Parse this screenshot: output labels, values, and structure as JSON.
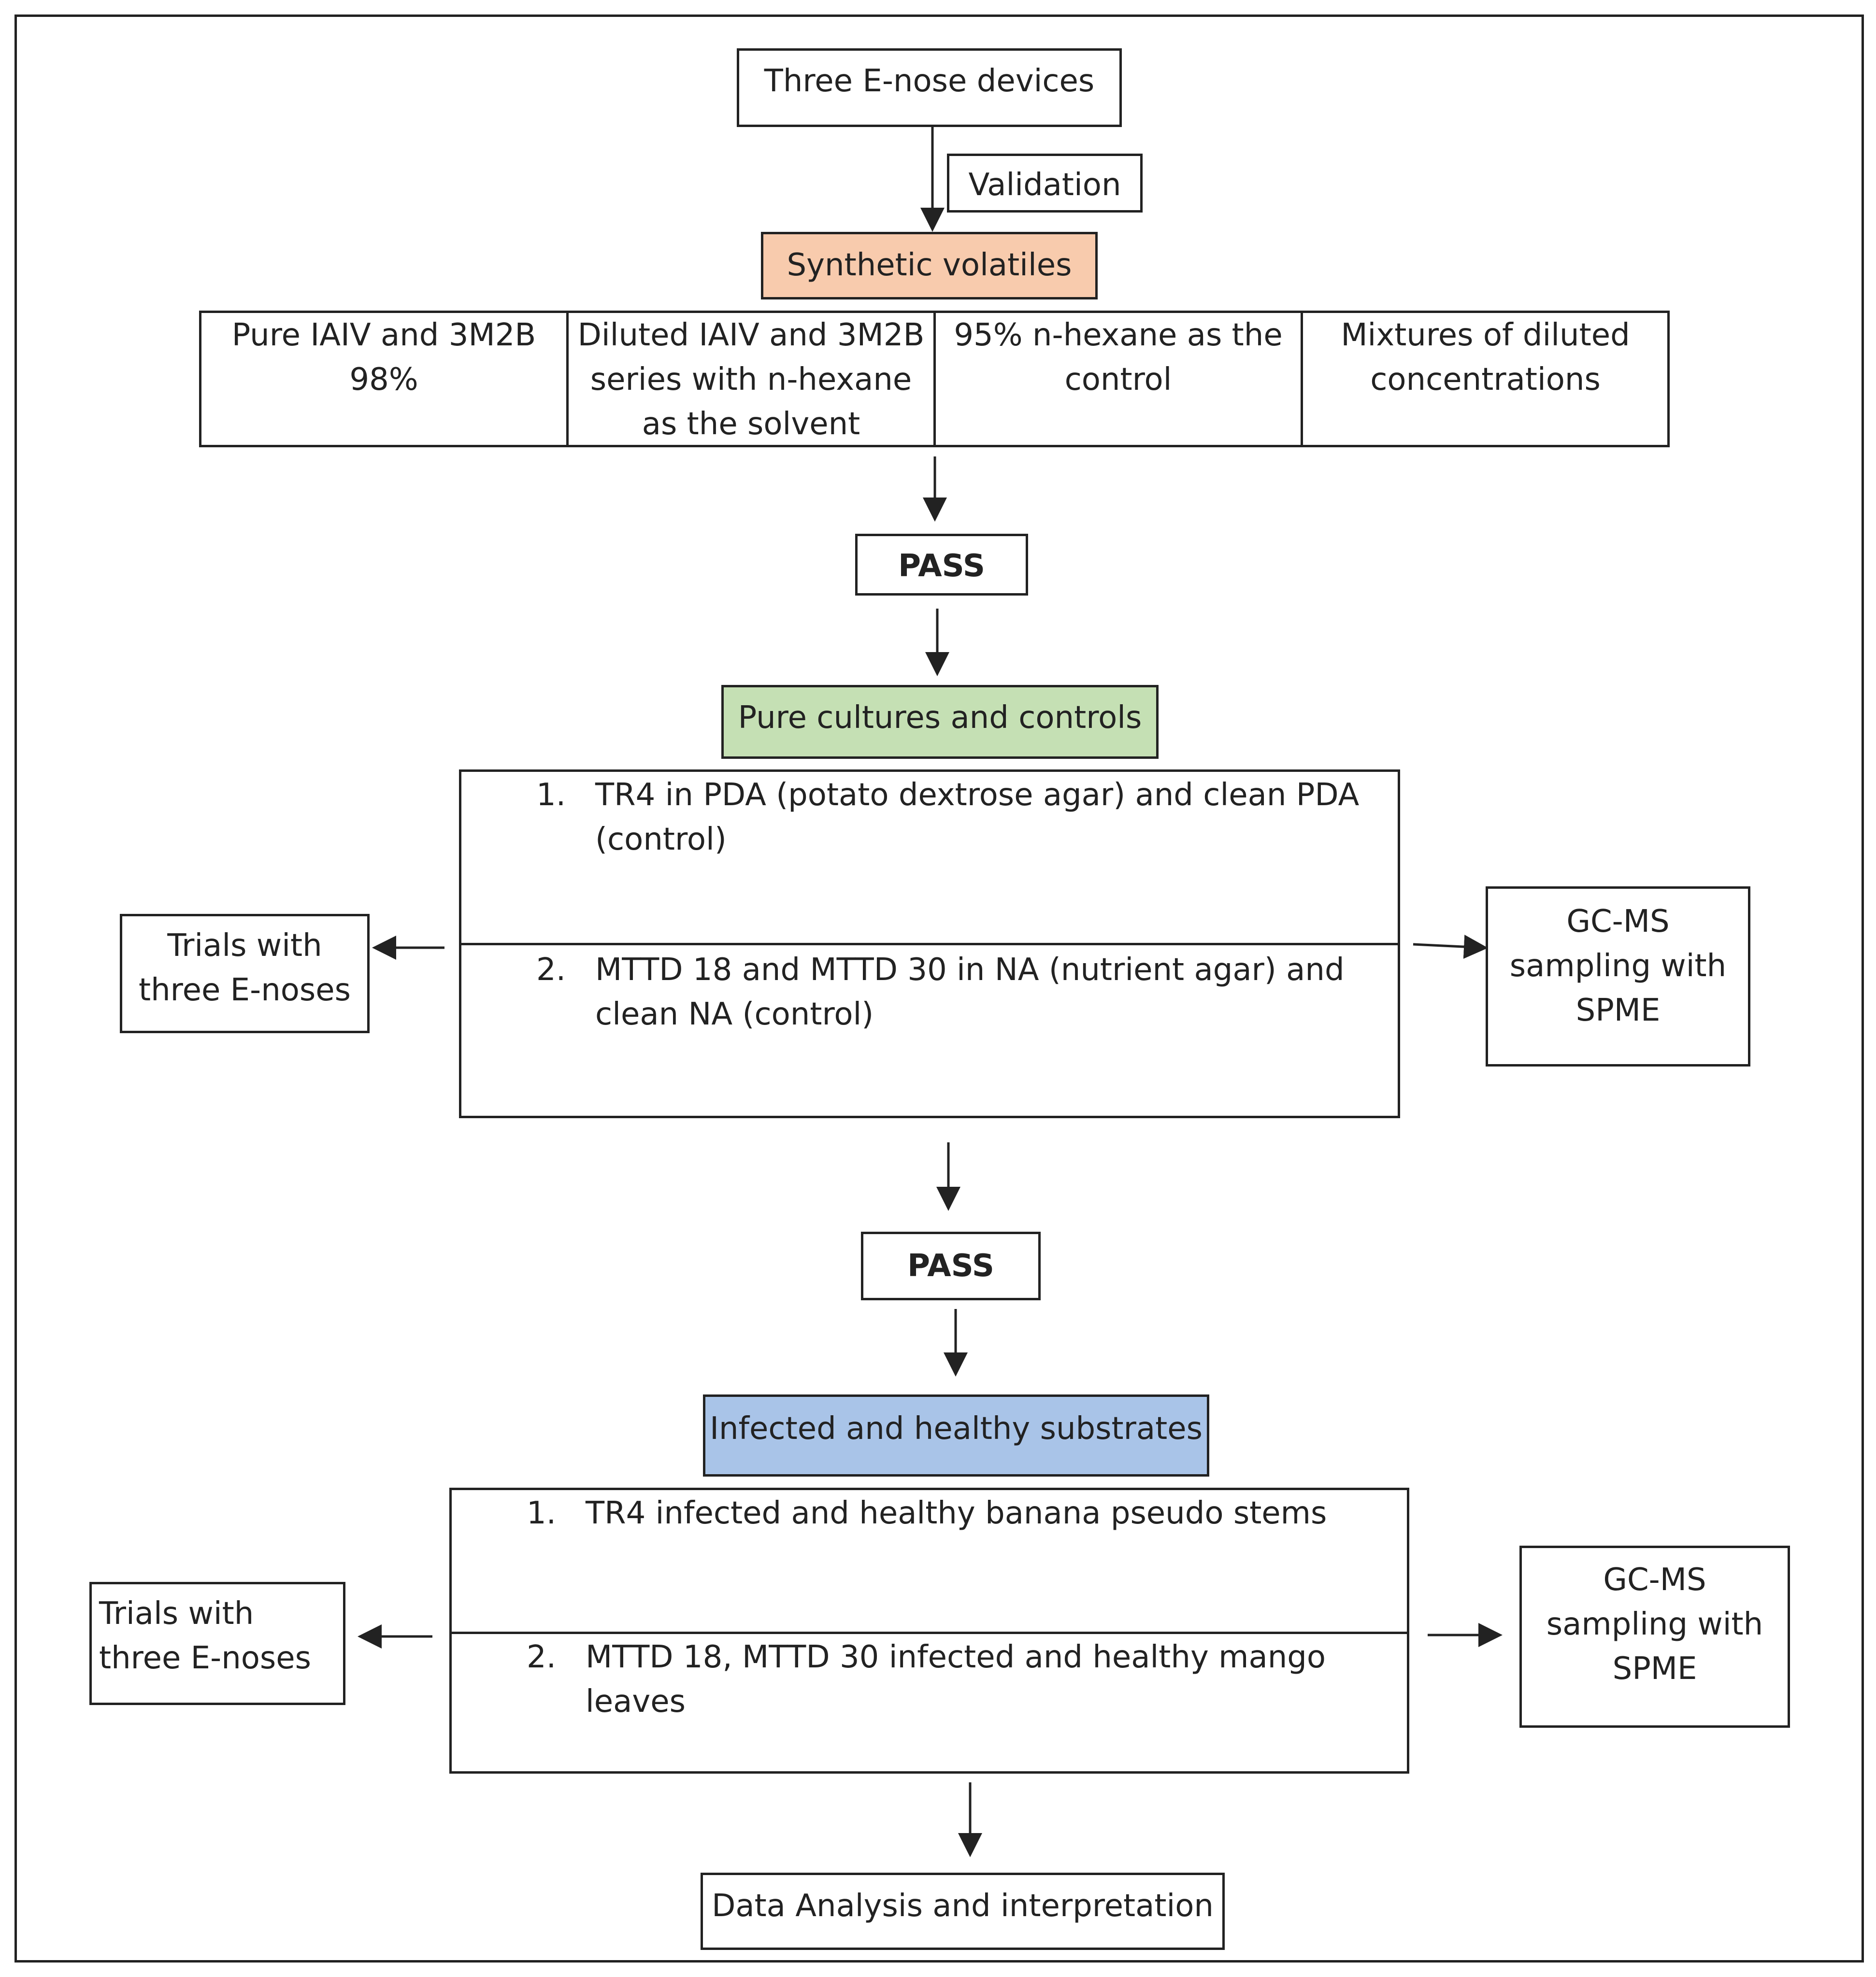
{
  "top": {
    "devices": "Three E-nose devices",
    "validation": "Validation"
  },
  "stage1": {
    "title": "Synthetic volatiles",
    "color": "#F8CBAD",
    "cells": [
      {
        "l1": "Pure IAIV and 3M2B",
        "l2": "98%",
        "l3": ""
      },
      {
        "l1": "Diluted IAIV and 3M2B",
        "l2": "series with n-hexane",
        "l3": "as the solvent"
      },
      {
        "l1": "95% n-hexane as the",
        "l2": "control",
        "l3": ""
      },
      {
        "l1": "Mixtures of diluted",
        "l2": "concentrations",
        "l3": ""
      }
    ]
  },
  "pass": "PASS",
  "stage2": {
    "title": "Pure cultures and controls",
    "color": "#C5E0B4",
    "items": [
      {
        "num": "1.",
        "l1": "TR4 in PDA (potato dextrose agar) and clean PDA",
        "l2": "(control)"
      },
      {
        "num": "2.",
        "l1": "MTTD 18 and MTTD 30 in NA  (nutrient  agar) and",
        "l2": "clean NA (control)"
      }
    ],
    "left": {
      "l1": "Trials with",
      "l2": "three E-noses"
    },
    "right": {
      "l1": "GC-MS",
      "l2": "sampling with",
      "l3": "SPME"
    }
  },
  "stage3": {
    "title": "Infected and healthy substrates",
    "color": "#A9C4E8",
    "items": [
      {
        "num": "1.",
        "l1": "TR4 infected and healthy banana pseudo stems"
      },
      {
        "num": "2.",
        "l1": "MTTD 18, MTTD 30 infected and healthy mango leaves"
      }
    ],
    "left": {
      "l1": "Trials with",
      "l2": "three E-noses"
    },
    "right": {
      "l1": "GC-MS",
      "l2": "sampling with",
      "l3": "SPME"
    }
  },
  "final": "Data Analysis and interpretation"
}
